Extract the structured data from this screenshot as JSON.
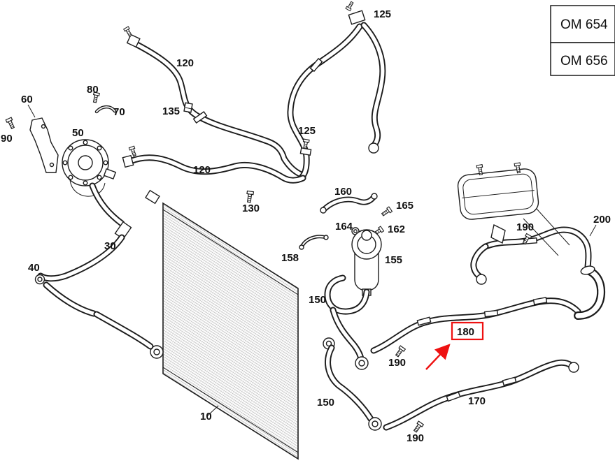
{
  "legend": {
    "items": [
      {
        "label": "OM 654"
      },
      {
        "label": "OM 656"
      }
    ]
  },
  "callouts": [
    {
      "label": "125"
    },
    {
      "label": "120"
    },
    {
      "label": "60"
    },
    {
      "label": "80"
    },
    {
      "label": "70"
    },
    {
      "label": "135"
    },
    {
      "label": "90"
    },
    {
      "label": "50"
    },
    {
      "label": "125"
    },
    {
      "label": "120"
    },
    {
      "label": "130"
    },
    {
      "label": "160"
    },
    {
      "label": "165"
    },
    {
      "label": "164"
    },
    {
      "label": "162"
    },
    {
      "label": "190"
    },
    {
      "label": "200"
    },
    {
      "label": "30"
    },
    {
      "label": "158"
    },
    {
      "label": "155"
    },
    {
      "label": "40"
    },
    {
      "label": "150"
    },
    {
      "label": "180"
    },
    {
      "label": "190"
    },
    {
      "label": "150"
    },
    {
      "label": "170"
    },
    {
      "label": "190"
    },
    {
      "label": "10"
    }
  ],
  "highlight": {
    "target_label": "180",
    "color": "#ee1111"
  },
  "colors": {
    "line": "#1c1c1c",
    "background": "#ffffff"
  }
}
